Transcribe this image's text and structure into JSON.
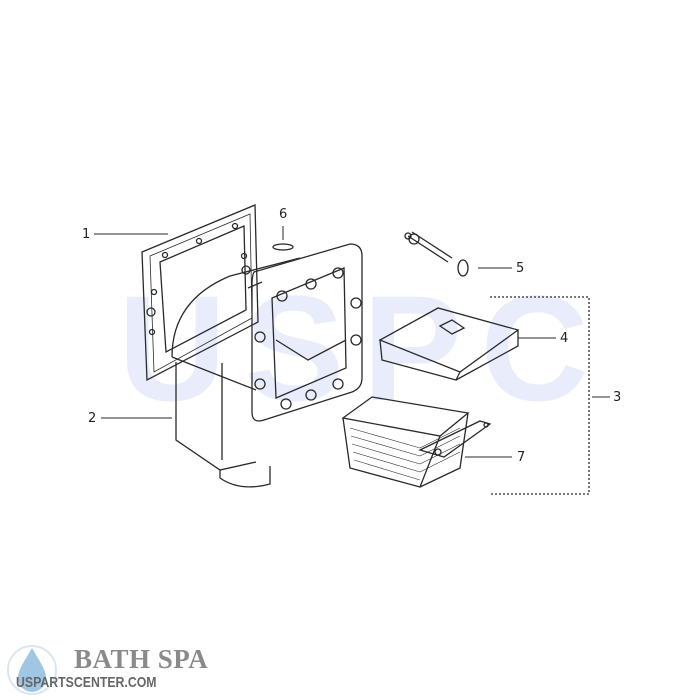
{
  "watermark": {
    "text": "USPC"
  },
  "callouts": [
    {
      "id": "1",
      "label": "1",
      "part": "gasket-faceplate"
    },
    {
      "id": "2",
      "label": "2",
      "part": "skimmer-body"
    },
    {
      "id": "3",
      "label": "3",
      "part": "basket-lid-assembly"
    },
    {
      "id": "4",
      "label": "4",
      "part": "weir-door"
    },
    {
      "id": "5",
      "label": "5",
      "part": "screw-bolt"
    },
    {
      "id": "6",
      "label": "6",
      "part": "o-ring"
    },
    {
      "id": "7",
      "label": "7",
      "part": "basket"
    }
  ],
  "logo": {
    "title": "BATH SPA",
    "url": "USPARTSCENTER.COM"
  },
  "colors": {
    "line": "#2a2a2a",
    "watermark": "#e9ecfb",
    "logo_drop": "#9fc7e4",
    "logo_text": "#8a8a8a"
  }
}
